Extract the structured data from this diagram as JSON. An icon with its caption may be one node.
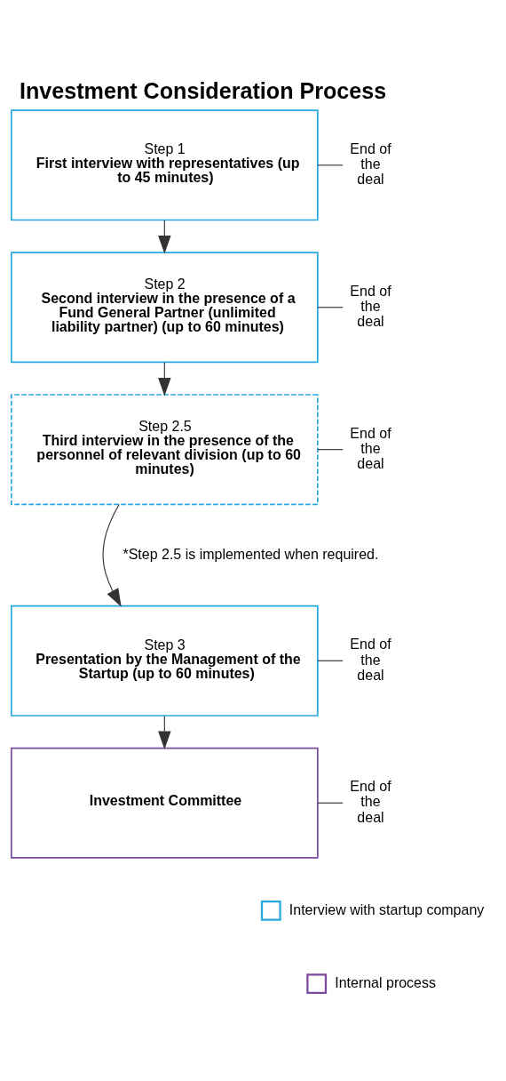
{
  "diagram": {
    "title": "Investment Consideration Process",
    "nodes": [
      {
        "text": [
          "Step 1",
          "First interview with representatives (up to 45 minutes)"
        ]
      },
      {
        "text": [
          "End of the deal"
        ]
      },
      {
        "text": [
          "Step 2",
          "Second interview in the presence of a Fund General Partner (unlimited liability partner) (up to 60 minutes)"
        ]
      },
      {
        "text": [
          "End of the deal"
        ]
      },
      {
        "text": [
          "Step 2.5",
          "Third interview in the presence of the personnel of relevant division (up to 60 minutes)"
        ]
      },
      {
        "text": [
          "End of the deal"
        ]
      },
      {
        "text": [
          "Step 3",
          "Presentation by the Management of the Startup (up to 60 minutes)"
        ]
      },
      {
        "text": [
          "End of the deal"
        ]
      },
      {
        "text": [
          "Investment Committee"
        ]
      },
      {
        "text": [
          "End of the deal"
        ]
      }
    ],
    "edges": [
      {
        "from": 0,
        "to": 1,
        "arrow": "none"
      },
      {
        "from": 0,
        "to": 2,
        "arrow": "to"
      },
      {
        "from": 2,
        "to": 3,
        "arrow": "none"
      },
      {
        "from": 2,
        "to": 4,
        "arrow": "to"
      },
      {
        "from": 4,
        "to": 5,
        "arrow": "none"
      },
      {
        "from": 4,
        "to": 6,
        "arrow": "to"
      },
      {
        "from": 6,
        "to": 7,
        "arrow": "none"
      },
      {
        "from": 6,
        "to": 8,
        "arrow": "to"
      },
      {
        "from": 8,
        "to": 9,
        "arrow": "none"
      }
    ],
    "labels": [
      "*Step 2.5 is implemented when required."
    ],
    "legend": [
      {
        "text": "Interview with startup company",
        "color": "#29a8e0"
      },
      {
        "text": "Internal process",
        "color": "#7b4b9e"
      }
    ]
  }
}
